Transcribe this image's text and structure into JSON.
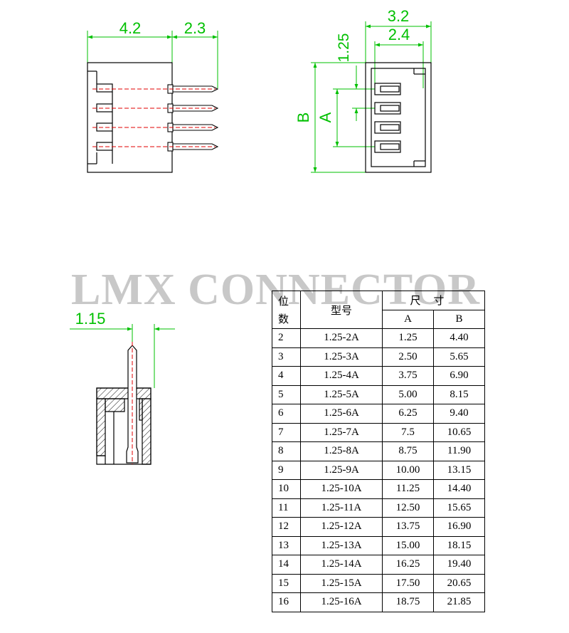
{
  "watermark": "LMX CONNECTOR",
  "dims": {
    "side_body": "4.2",
    "side_pin": "2.3",
    "front_total": "3.2",
    "front_inner": "2.4",
    "pitch": "1.25",
    "label_a": "A",
    "label_b": "B",
    "pin_thickness": "1.15"
  },
  "table": {
    "header_pos_1": "位",
    "header_pos_2": "数",
    "header_model": "型号",
    "header_size": "尺寸",
    "header_a": "A",
    "header_b": "B",
    "rows": [
      {
        "pos": "2",
        "model": "1.25-2A",
        "a": "1.25",
        "b": "4.40"
      },
      {
        "pos": "3",
        "model": "1.25-3A",
        "a": "2.50",
        "b": "5.65"
      },
      {
        "pos": "4",
        "model": "1.25-4A",
        "a": "3.75",
        "b": "6.90"
      },
      {
        "pos": "5",
        "model": "1.25-5A",
        "a": "5.00",
        "b": "8.15"
      },
      {
        "pos": "6",
        "model": "1.25-6A",
        "a": "6.25",
        "b": "9.40"
      },
      {
        "pos": "7",
        "model": "1.25-7A",
        "a": "7.5",
        "b": "10.65"
      },
      {
        "pos": "8",
        "model": "1.25-8A",
        "a": "8.75",
        "b": "11.90"
      },
      {
        "pos": "9",
        "model": "1.25-9A",
        "a": "10.00",
        "b": "13.15"
      },
      {
        "pos": "10",
        "model": "1.25-10A",
        "a": "11.25",
        "b": "14.40"
      },
      {
        "pos": "11",
        "model": "1.25-11A",
        "a": "12.50",
        "b": "15.65"
      },
      {
        "pos": "12",
        "model": "1.25-12A",
        "a": "13.75",
        "b": "16.90"
      },
      {
        "pos": "13",
        "model": "1.25-13A",
        "a": "15.00",
        "b": "18.15"
      },
      {
        "pos": "14",
        "model": "1.25-14A",
        "a": "16.25",
        "b": "19.40"
      },
      {
        "pos": "15",
        "model": "1.25-15A",
        "a": "17.50",
        "b": "20.65"
      },
      {
        "pos": "16",
        "model": "1.25-16A",
        "a": "18.75",
        "b": "21.85"
      }
    ]
  },
  "colors": {
    "dimension": "#00c000",
    "centerline": "#e00000",
    "outline": "#000000",
    "watermark": "#c8c8c8"
  }
}
